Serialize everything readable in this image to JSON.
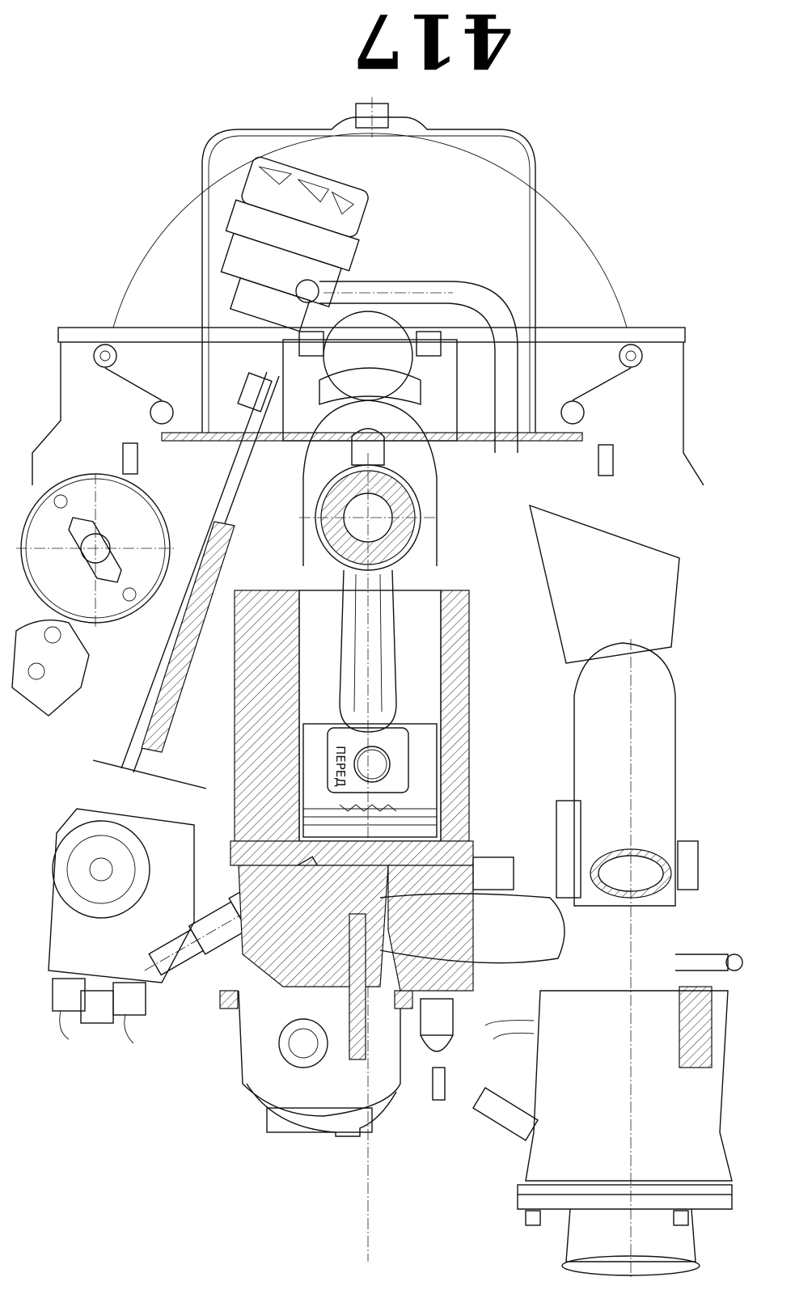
{
  "page": {
    "number": "417",
    "number_orientation": "rotated-180"
  },
  "drawing": {
    "type": "engine-cross-section",
    "line_color": "#111111",
    "background": "#ffffff",
    "labels": {
      "piston_front_mark": "ПЕРЕД"
    },
    "components": [
      "valve-cover",
      "oil-filler-cap",
      "breather-tube",
      "rocker-arms",
      "camshaft",
      "connecting-rod",
      "piston",
      "cylinder",
      "crankshaft-bearing",
      "distributor",
      "oil-pump",
      "spark-plug",
      "intake-manifold",
      "carburetor-flange",
      "oil-pan",
      "dipstick-tube"
    ]
  }
}
